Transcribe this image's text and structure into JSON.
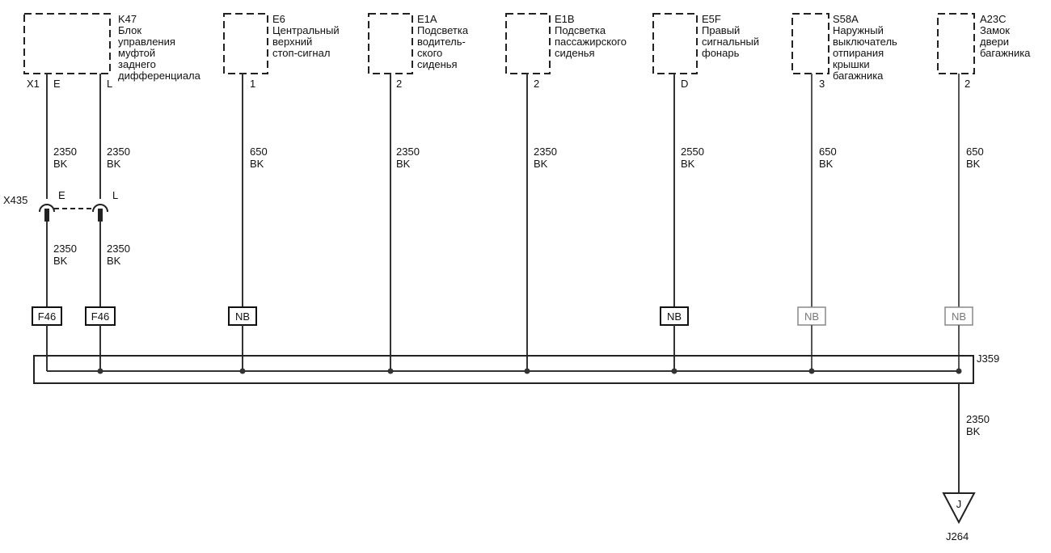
{
  "components": [
    {
      "ref": "K47",
      "desc": [
        "Блок",
        "управления",
        "муфтой",
        "заднего",
        "дифференциала"
      ],
      "connector": "X1",
      "pins": [
        "E",
        "L"
      ]
    },
    {
      "ref": "E6",
      "desc": [
        "Центральный",
        "верхний",
        "стоп-сигнал"
      ],
      "pins": [
        "1"
      ]
    },
    {
      "ref": "E1A",
      "desc": [
        "Подсветка",
        "водитель-",
        "ского",
        "сиденья"
      ],
      "pins": [
        "2"
      ]
    },
    {
      "ref": "E1B",
      "desc": [
        "Подсветка",
        "пассажирского",
        "сиденья"
      ],
      "pins": [
        "2"
      ]
    },
    {
      "ref": "E5F",
      "desc": [
        "Правый",
        "сигнальный",
        "фонарь"
      ],
      "pins": [
        "D"
      ]
    },
    {
      "ref": "S58A",
      "desc": [
        "Наружный",
        "выключатель",
        "отпирания",
        "крышки",
        "багажника"
      ],
      "pins": [
        "3"
      ]
    },
    {
      "ref": "A23C",
      "desc": [
        "Замок",
        "двери",
        "багажника"
      ],
      "pins": [
        "2"
      ]
    }
  ],
  "wires": [
    {
      "size": "2350",
      "color": "BK"
    },
    {
      "size": "2350",
      "color": "BK"
    },
    {
      "size": "650",
      "color": "BK"
    },
    {
      "size": "2350",
      "color": "BK"
    },
    {
      "size": "2350",
      "color": "BK"
    },
    {
      "size": "2550",
      "color": "BK"
    },
    {
      "size": "650",
      "color": "BK"
    },
    {
      "size": "650",
      "color": "BK"
    }
  ],
  "inline_connector": {
    "ref": "X435",
    "pins": [
      "E",
      "L"
    ]
  },
  "lower_wires": [
    {
      "size": "2350",
      "color": "BK"
    },
    {
      "size": "2350",
      "color": "BK"
    }
  ],
  "tags": [
    "F46",
    "F46",
    "NB",
    "NB",
    "NB",
    "NB"
  ],
  "splice": {
    "ref": "J359"
  },
  "ground_wire": {
    "size": "2350",
    "color": "BK"
  },
  "ground": {
    "symbol": "J",
    "ref": "J264"
  }
}
